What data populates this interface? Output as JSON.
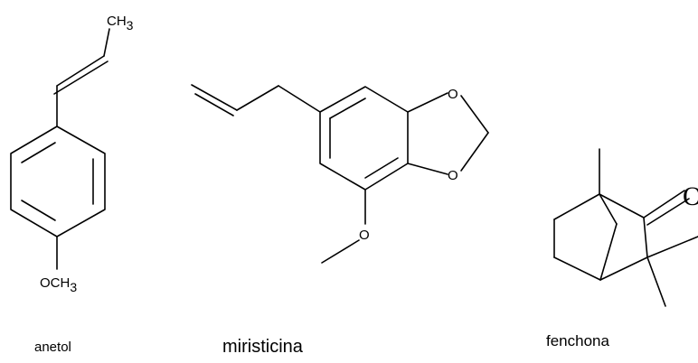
{
  "molecules": {
    "anetol": {
      "name": "anetol",
      "top_group": "CH",
      "top_group_sub": "3",
      "bottom_group": "OCH",
      "bottom_group_sub": "3"
    },
    "miristicina": {
      "name": "miristicina",
      "ring_oxygen_1": "O",
      "ring_oxygen_2": "O",
      "methoxy_oxygen": "O"
    },
    "fenchona": {
      "name": "fenchona",
      "carbonyl_oxygen": "O"
    }
  }
}
